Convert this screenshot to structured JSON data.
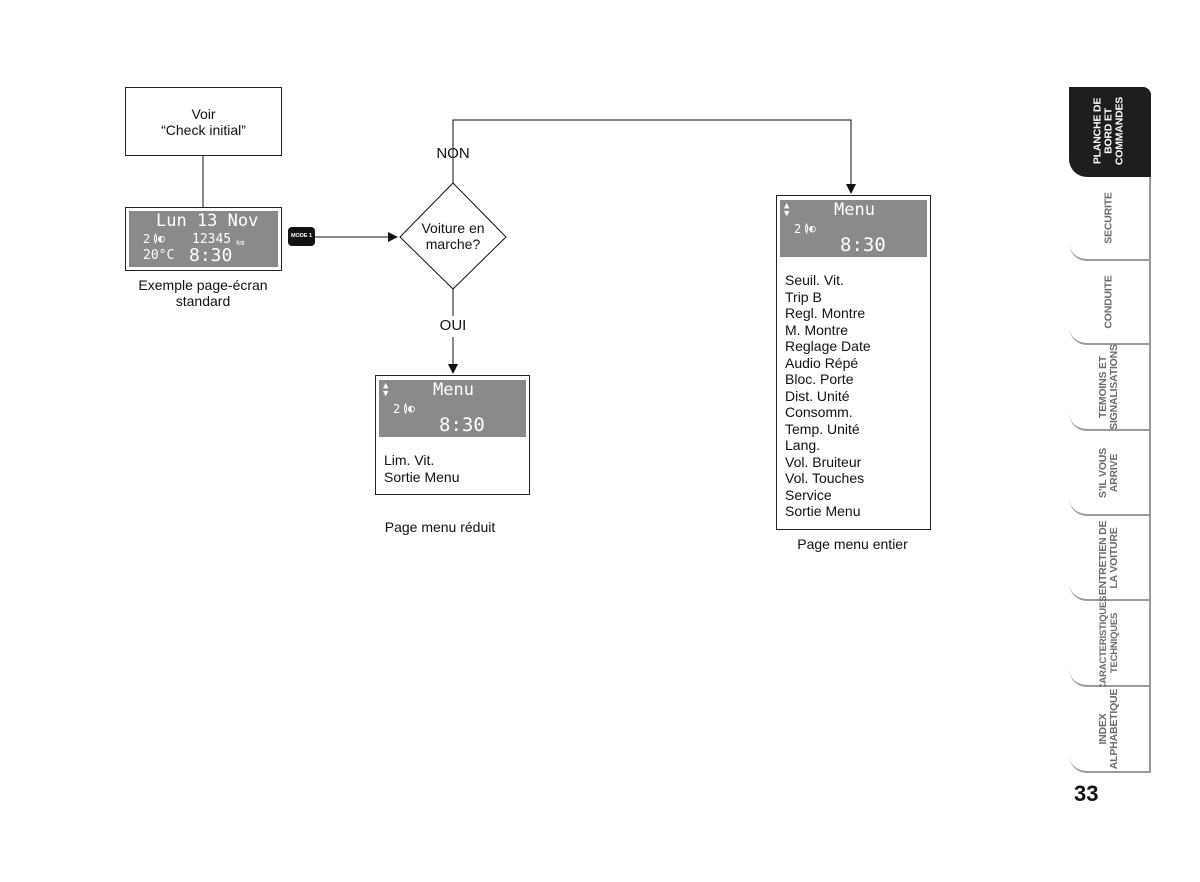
{
  "flow": {
    "check_box": {
      "line1": "Voir",
      "line2": "“Check initial”"
    },
    "standard_screen": {
      "day_date": "Lun 13 Nov",
      "gear": "2",
      "odometer": "12345",
      "odometer_unit": "km",
      "temperature": "20°C",
      "time": "8:30",
      "caption_line1": "Exemple page-écran",
      "caption_line2": "standard"
    },
    "mode_button": "MODE 1",
    "decision": {
      "line1": "Voiture en",
      "line2": "marche?",
      "no_label": "NON",
      "yes_label": "OUI"
    },
    "reduced_menu": {
      "header": "Menu",
      "gear": "2",
      "time": "8:30",
      "items": [
        "Lim. Vit.",
        "Sortie Menu"
      ],
      "caption": "Page menu réduit"
    },
    "full_menu": {
      "header": "Menu",
      "gear": "2",
      "time": "8:30",
      "items": [
        "Seuil. Vit.",
        "Trip B",
        "Regl. Montre",
        "M. Montre",
        "Reglage Date",
        "Audio Répé",
        "Bloc. Porte",
        "Dist. Unité",
        "Consomm.",
        "Temp. Unité",
        "Lang.",
        "Vol. Bruiteur",
        "Vol. Touches",
        "Service",
        "Sortie Menu"
      ],
      "caption": "Page menu entier"
    }
  },
  "side_tabs": [
    {
      "line1": "PLANCHE DE",
      "line2": "BORD ET",
      "line3": "COMMANDES",
      "active": true
    },
    {
      "line1": "SECURITE",
      "line2": "",
      "line3": "",
      "active": false
    },
    {
      "line1": "CONDUITE",
      "line2": "",
      "line3": "",
      "active": false
    },
    {
      "line1": "TEMOINS ET",
      "line2": "SIGNALISATIONS",
      "line3": "",
      "active": false
    },
    {
      "line1": "S’IL VOUS",
      "line2": "ARRIVE",
      "line3": "",
      "active": false
    },
    {
      "line1": "ENTRETIEN DE",
      "line2": "LA VOITURE",
      "line3": "",
      "active": false
    },
    {
      "line1": "CARACTERISTIQUES",
      "line2": "TECHNIQUES",
      "line3": "",
      "active": false
    },
    {
      "line1": "INDEX",
      "line2": "ALPHABETIQUE",
      "line3": "",
      "active": false
    }
  ],
  "page_number": "33",
  "colors": {
    "lcd": "#8a8a8a",
    "active_tab": "#1e1e1e",
    "tab_border": "#9a9a9a"
  }
}
